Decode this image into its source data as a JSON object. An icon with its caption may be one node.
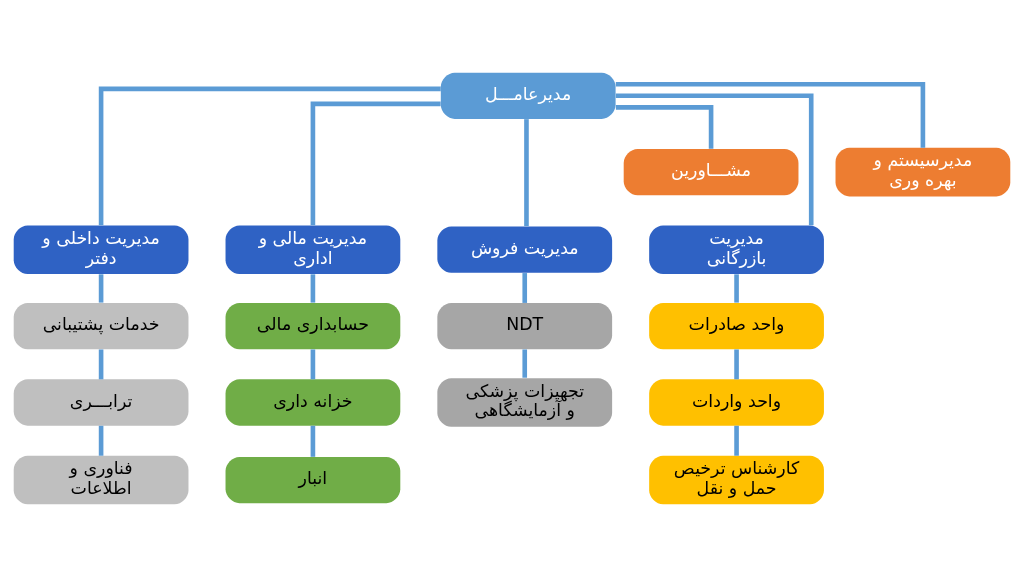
{
  "diagram": {
    "nodes": [
      {
        "text": [
          "مدیرعامـــل"
        ]
      },
      {
        "text": [
          "مدیرسیستم و بهره وری"
        ]
      },
      {
        "text": [
          "مشـــاورین"
        ]
      },
      {
        "text": [
          "مدیریت بازرگانی"
        ]
      },
      {
        "text": [
          "مدیریت فروش"
        ]
      },
      {
        "text": [
          "مدیریت مالی و اداری"
        ]
      },
      {
        "text": [
          "مدیریت داخلی و دفتر"
        ]
      },
      {
        "text": [
          "واحد صادرات"
        ]
      },
      {
        "text": [
          "واحد واردات"
        ]
      },
      {
        "text": [
          "کارشناس ترخیص حمل و نقل"
        ]
      },
      {
        "text": [
          "NDT"
        ]
      },
      {
        "text": [
          "تجهیزات پزشکی و آزمایشگاهی"
        ]
      },
      {
        "text": [
          "حسابداری مالی"
        ]
      },
      {
        "text": [
          "خزانه داری"
        ]
      },
      {
        "text": [
          "انبار"
        ]
      },
      {
        "text": [
          "خدمات پشتیبانی"
        ]
      },
      {
        "text": [
          "ترابـــری"
        ]
      },
      {
        "text": [
          "فناوری و اطلاعات"
        ]
      }
    ],
    "edges": [
      {
        "from": 0,
        "to": 1,
        "arrow": "none"
      },
      {
        "from": 0,
        "to": 2,
        "arrow": "none"
      },
      {
        "from": 0,
        "to": 3,
        "arrow": "none"
      },
      {
        "from": 0,
        "to": 4,
        "arrow": "none"
      },
      {
        "from": 0,
        "to": 5,
        "arrow": "none"
      },
      {
        "from": 0,
        "to": 6,
        "arrow": "none"
      },
      {
        "from": 3,
        "to": 7,
        "arrow": "none"
      },
      {
        "from": 7,
        "to": 8,
        "arrow": "none"
      },
      {
        "from": 8,
        "to": 9,
        "arrow": "none"
      },
      {
        "from": 4,
        "to": 10,
        "arrow": "none"
      },
      {
        "from": 10,
        "to": 11,
        "arrow": "none"
      },
      {
        "from": 5,
        "to": 12,
        "arrow": "none"
      },
      {
        "from": 12,
        "to": 13,
        "arrow": "none"
      },
      {
        "from": 13,
        "to": 14,
        "arrow": "none"
      },
      {
        "from": 6,
        "to": 15,
        "arrow": "none"
      },
      {
        "from": 15,
        "to": 16,
        "arrow": "none"
      },
      {
        "from": 16,
        "to": 17,
        "arrow": "none"
      }
    ]
  }
}
